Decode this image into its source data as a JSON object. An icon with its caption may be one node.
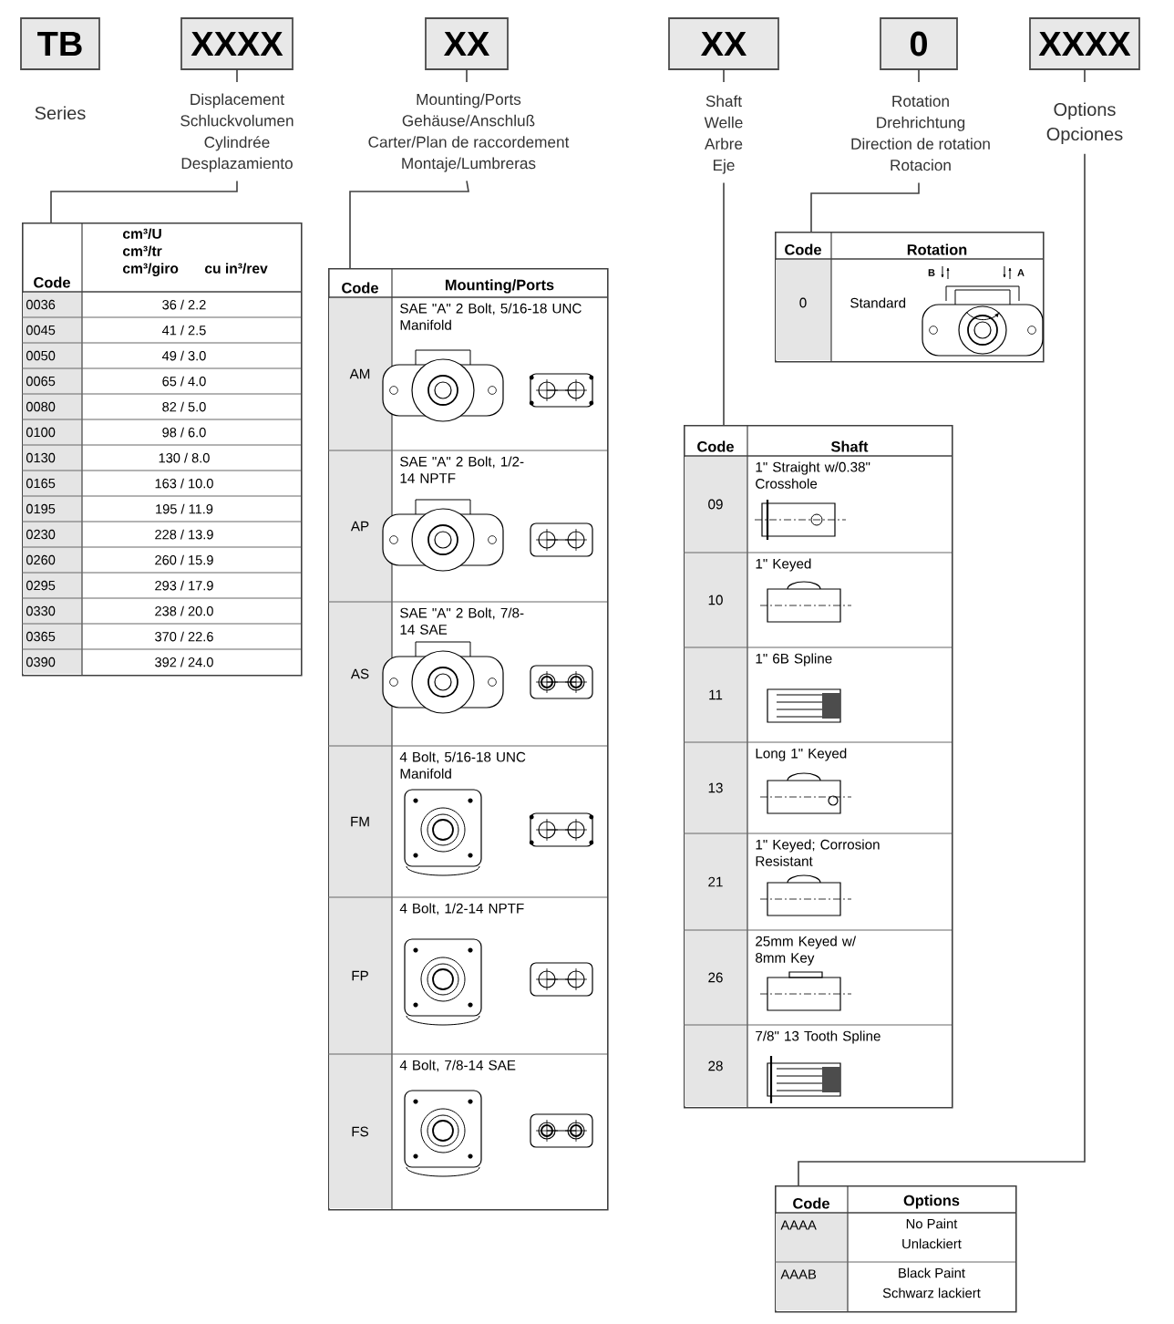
{
  "diagram": {
    "nodes": [
      {
        "text": [
          "TB",
          "Series"
        ]
      },
      {
        "text": [
          "XXXX",
          "Displacement",
          "Schluckvolumen",
          "Cylindrée",
          "Desplazamiento"
        ]
      },
      {
        "text": [
          "XX",
          "Mounting/Ports",
          "Gehäuse/Anschluß",
          "Carter/Plan de raccordement",
          "Montaje/Lumbreras"
        ]
      },
      {
        "text": [
          "XX",
          "Shaft",
          "Welle",
          "Arbre",
          "Eje"
        ]
      },
      {
        "text": [
          "0",
          "Rotation",
          "Drehrichtung",
          "Direction de rotation",
          "Rotacion"
        ]
      },
      {
        "text": [
          "XXXX",
          "Options",
          "Opciones"
        ]
      },
      {
        "text": [
          "Code",
          "cm³/U",
          "cm³/tr",
          "cm³/giro",
          "cu in³/rev",
          "0036",
          "36 / 2.2",
          "0045",
          "41 / 2.5",
          "0050",
          "49 / 3.0",
          "0065",
          "65 / 4.0",
          "0080",
          "82 / 5.0",
          "0100",
          "98 / 6.0",
          "0130",
          "130 / 8.0",
          "0165",
          "163 / 10.0",
          "0195",
          "195 / 11.9",
          "0230",
          "228 / 13.9",
          "0260",
          "260 / 15.9",
          "0295",
          "293 / 17.9",
          "0330",
          "238 / 20.0",
          "0365",
          "370 / 22.6",
          "0390",
          "392 / 24.0"
        ]
      },
      {
        "text": [
          "Code",
          "Mounting/Ports",
          "AM",
          "SAE \"A\" 2 Bolt, 5/16-18 UNC Manifold",
          "AP",
          "SAE \"A\" 2 Bolt, 1/2-14 NPTF",
          "AS",
          "SAE \"A\" 2 Bolt, 7/8-14 SAE",
          "FM",
          "4 Bolt, 5/16-18 UNC Manifold",
          "FP",
          "4 Bolt, 1/2-14 NPTF",
          "FS",
          "4 Bolt, 7/8-14 SAE"
        ]
      },
      {
        "text": [
          "Code",
          "Rotation",
          "0",
          "Standard"
        ]
      },
      {
        "text": [
          "Code",
          "Shaft",
          "09",
          "1\" Straight w/0.38\" Crosshole",
          "10",
          "1\" Keyed",
          "11",
          "1\" 6B Spline",
          "13",
          "Long 1\" Keyed",
          "21",
          "1\" Keyed; Corrosion Resistant",
          "26",
          "25mm Keyed w/ 8mm Key",
          "28",
          "7/8\" 13 Tooth Spline"
        ]
      },
      {
        "text": [
          "Code",
          "Options",
          "AAAA",
          "No Paint",
          "Unlackiert",
          "AAAB",
          "Black Paint",
          "Schwarz lackiert"
        ]
      }
    ],
    "edges": [
      {
        "from": 1,
        "to": 6,
        "arrow": "none"
      },
      {
        "from": 2,
        "to": 7,
        "arrow": "none"
      },
      {
        "from": 3,
        "to": 9,
        "arrow": "none"
      },
      {
        "from": 4,
        "to": 8,
        "arrow": "none"
      },
      {
        "from": 5,
        "to": 10,
        "arrow": "none"
      }
    ],
    "labels": [
      "B",
      "A"
    ]
  }
}
